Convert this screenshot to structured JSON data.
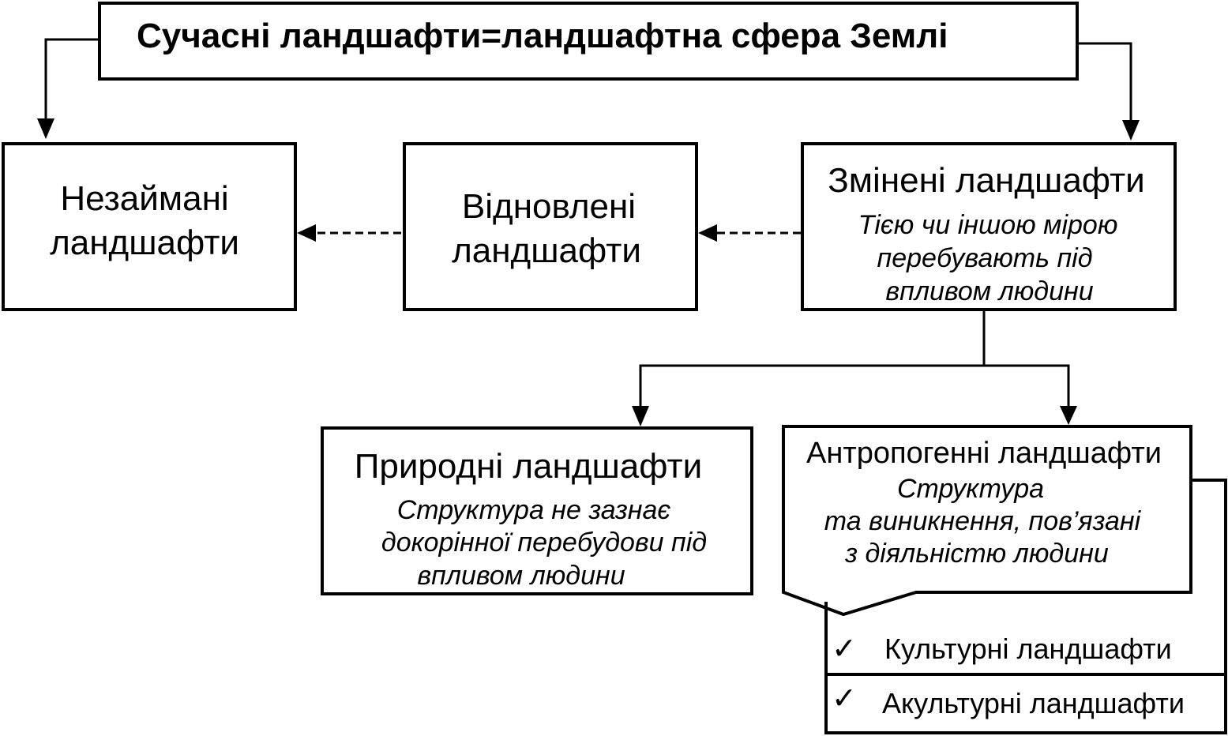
{
  "title": "Сучасні ландшафти=ландшафтна сфера Землі",
  "boxes": {
    "untouched": {
      "line1": "Незаймані",
      "line2": "ландшафти"
    },
    "restored": {
      "line1": "Відновлені",
      "line2": "ландшафти"
    },
    "changed": {
      "title": "Змінені ландшафти",
      "desc1": "Тією чи іншою мірою",
      "desc2": "перебувають під",
      "desc3": "впливом людини"
    },
    "natural": {
      "title": "Природні ландшафти",
      "desc1": "Структура не зазнає",
      "desc2": "докорінної перебудови під",
      "desc3": "впливом людини"
    },
    "anthropogenic": {
      "title": "Антропогенні ландшафти",
      "desc1": "Структура",
      "desc2": "та виникнення, пов’язані",
      "desc3": "з діяльністю людини"
    }
  },
  "list": {
    "items": [
      {
        "check": "✓",
        "label": "Культурні ландшафти"
      },
      {
        "check": "✓",
        "label": "Акультурні ландшафти"
      }
    ]
  }
}
